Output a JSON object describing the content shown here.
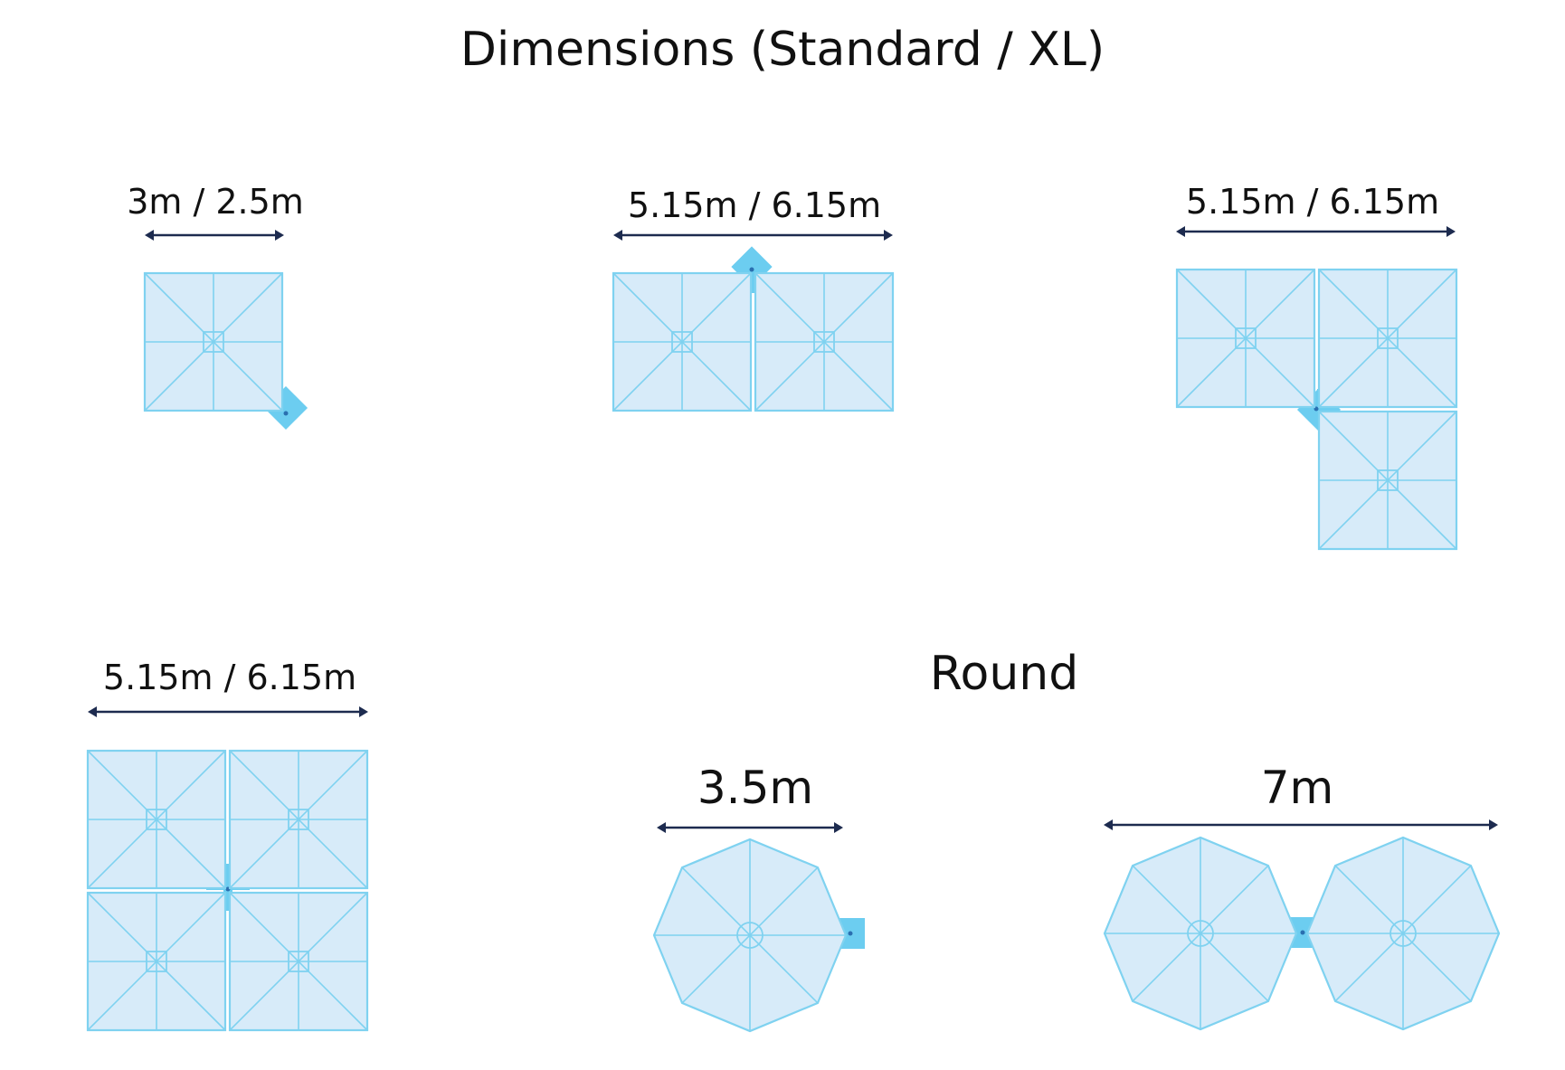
{
  "title": "Dimensions (Standard / XL)",
  "round_title": "Round",
  "colors": {
    "canopy_fill": "#d7ebf9",
    "canopy_stroke": "#7fd2f0",
    "base": "#6ccdf0",
    "arrow": "#1d2b4f",
    "text": "#111111"
  },
  "configs": [
    {
      "name": "single-square",
      "dimension": "3m / 2.5m",
      "canopies": 1
    },
    {
      "name": "double-square",
      "dimension": "5.15m / 6.15m",
      "canopies": 2
    },
    {
      "name": "triple-square",
      "dimension": "5.15m / 6.15m",
      "canopies": 3
    },
    {
      "name": "quad-square",
      "dimension": "5.15m / 6.15m",
      "canopies": 4
    },
    {
      "name": "single-round",
      "dimension": "3.5m",
      "canopies": 1
    },
    {
      "name": "double-round",
      "dimension": "7m",
      "canopies": 2
    }
  ]
}
